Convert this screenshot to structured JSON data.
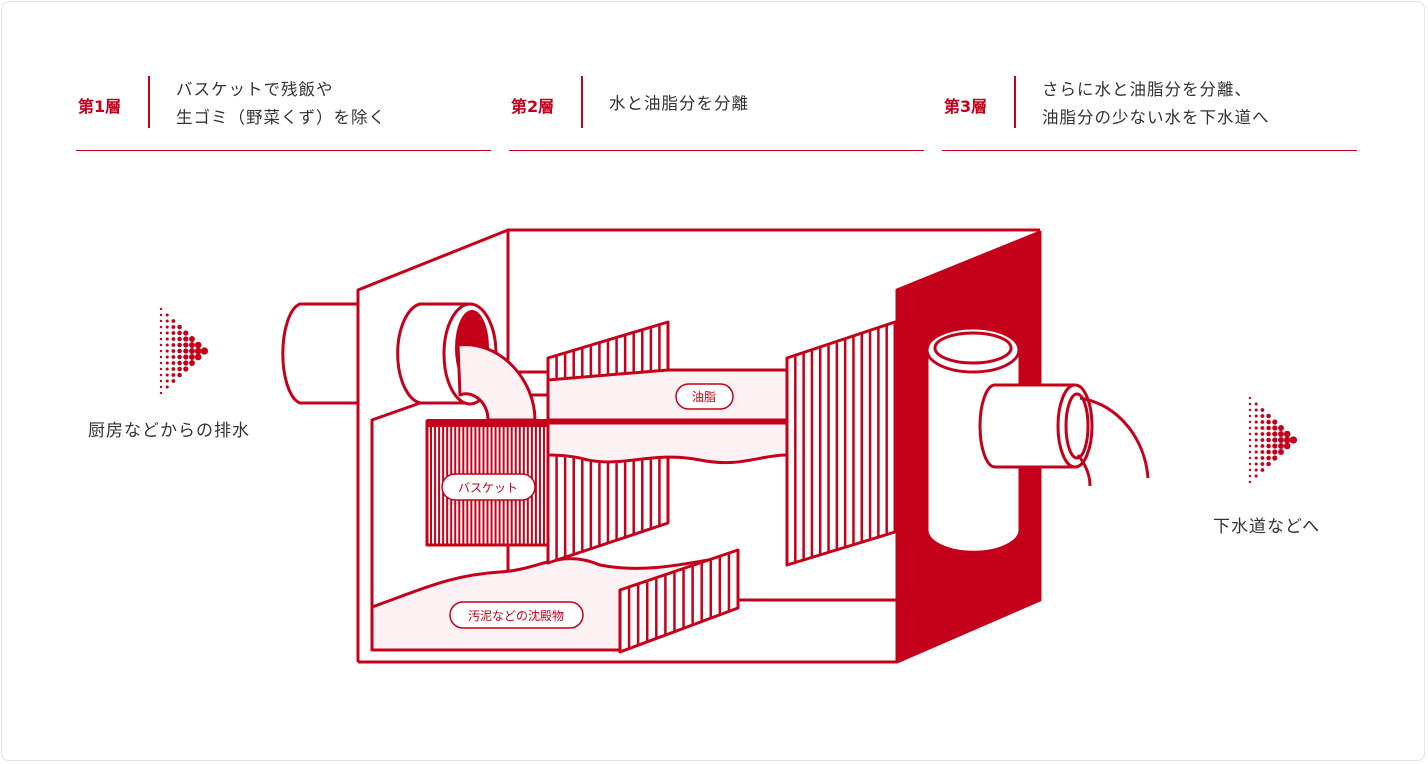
{
  "layers": [
    {
      "label": "第1層",
      "desc": "バスケットで残飯や\n生ゴミ（野菜くず）を除く"
    },
    {
      "label": "第2層",
      "desc": "水と油脂分を分離"
    },
    {
      "label": "第3層",
      "desc": "さらに水と油脂分を分離、\n油脂分の少ない水を下水道へ"
    }
  ],
  "inlet_label": "厨房などからの排水",
  "outlet_label": "下水道などへ",
  "parts": {
    "oil": "油脂",
    "basket": "バスケット",
    "sludge": "汚泥などの沈殿物"
  },
  "colors": {
    "accent": "#c4001a",
    "fill": "#fdf2f3"
  }
}
